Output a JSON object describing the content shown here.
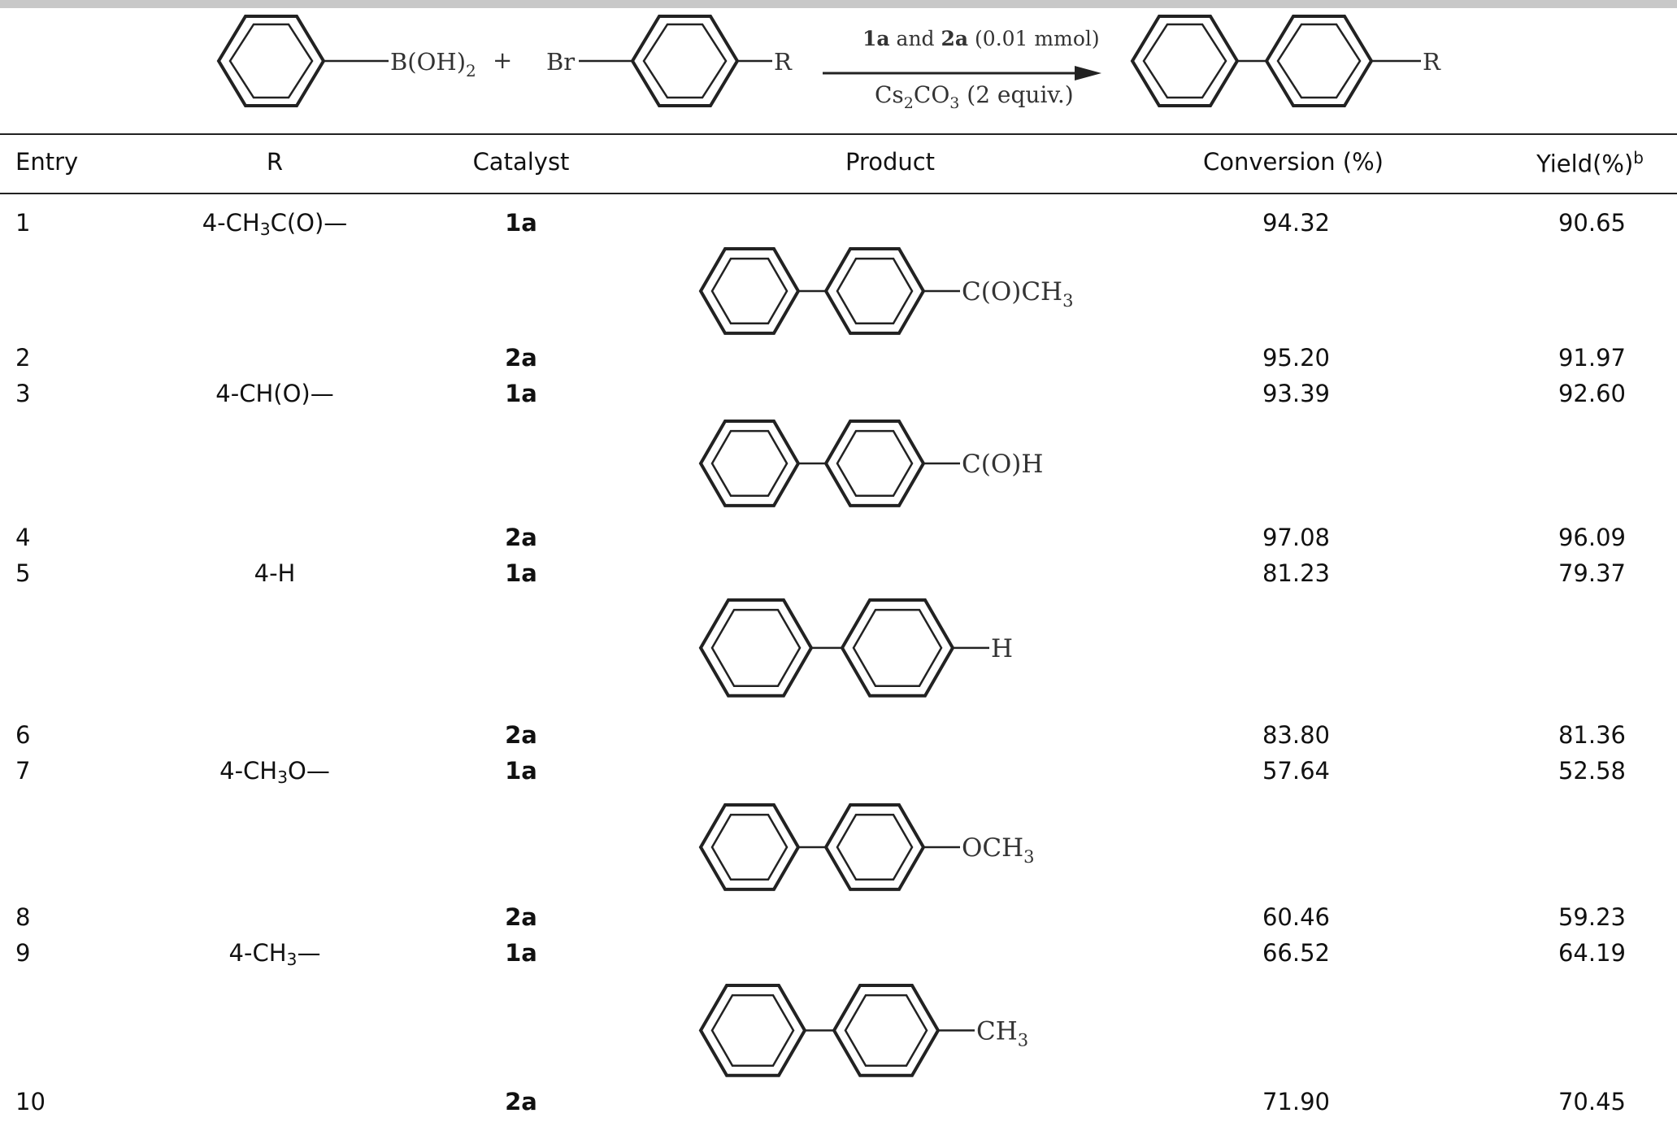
{
  "scheme": {
    "reactant1_label": "B(OH)",
    "reactant1_sub": "2",
    "plus": "+",
    "reactant2_prefix": "Br",
    "reactant2_suffix": "R",
    "cond_top_1a": "1a",
    "cond_top_and": " and ",
    "cond_top_2a": "2a",
    "cond_top_amount": " (0.01 mmol)",
    "cond_bottom_a": "Cs",
    "cond_bottom_sub1": "2",
    "cond_bottom_b": "CO",
    "cond_bottom_sub2": "3",
    "cond_bottom_c": " (2 equiv.)",
    "product_suffix": "R"
  },
  "table": {
    "headers": {
      "entry": "Entry",
      "r": "R",
      "catalyst": "Catalyst",
      "product": "Product",
      "conversion": "Conversion (%)",
      "yield": "Yield(%)",
      "yield_sup": "b"
    },
    "groups": [
      {
        "r_pre": "4-CH",
        "r_sub": "3",
        "r_post": "C(O)—",
        "product_substituent": "C(O)CH",
        "product_sub": "3"
      },
      {
        "r_pre": "4-CH(O)—",
        "r_sub": "",
        "r_post": "",
        "product_substituent": "C(O)H",
        "product_sub": ""
      },
      {
        "r_pre": "4-H",
        "r_sub": "",
        "r_post": "",
        "product_substituent": "H",
        "product_sub": ""
      },
      {
        "r_pre": "4-CH",
        "r_sub": "3",
        "r_post": "O—",
        "product_substituent": "OCH",
        "product_sub": "3"
      },
      {
        "r_pre": "4-CH",
        "r_sub": "3",
        "r_post": "—",
        "product_substituent": "CH",
        "product_sub": "3"
      }
    ],
    "rows": [
      {
        "entry": "1",
        "catalyst": "1a",
        "conversion": "94.32",
        "yield": "90.65"
      },
      {
        "entry": "2",
        "catalyst": "2a",
        "conversion": "95.20",
        "yield": "91.97"
      },
      {
        "entry": "3",
        "catalyst": "1a",
        "conversion": "93.39",
        "yield": "92.60"
      },
      {
        "entry": "4",
        "catalyst": "2a",
        "conversion": "97.08",
        "yield": "96.09"
      },
      {
        "entry": "5",
        "catalyst": "1a",
        "conversion": "81.23",
        "yield": "79.37"
      },
      {
        "entry": "6",
        "catalyst": "2a",
        "conversion": "83.80",
        "yield": "81.36"
      },
      {
        "entry": "7",
        "catalyst": "1a",
        "conversion": "57.64",
        "yield": "52.58"
      },
      {
        "entry": "8",
        "catalyst": "2a",
        "conversion": "60.46",
        "yield": "59.23"
      },
      {
        "entry": "9",
        "catalyst": "1a",
        "conversion": "66.52",
        "yield": "64.19"
      },
      {
        "entry": "10",
        "catalyst": "2a",
        "conversion": "71.90",
        "yield": "70.45"
      }
    ]
  }
}
